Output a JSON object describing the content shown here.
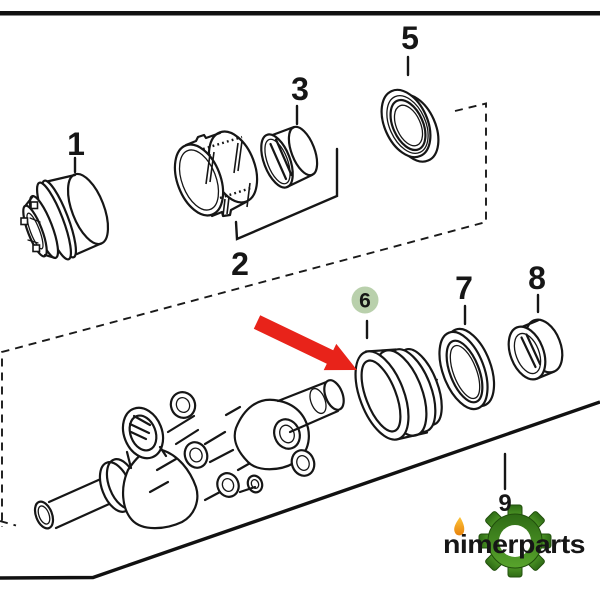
{
  "diagram": {
    "callouts": [
      "1",
      "2",
      "3",
      "5",
      "6",
      "7",
      "8",
      "9"
    ],
    "highlighted_callout": "6"
  },
  "watermark": {
    "brand": "nimerparts"
  },
  "colors": {
    "line": "#161616",
    "arrow_red": "#e8231a",
    "badge_fill": "#b9d0ac",
    "badge_text": "#2c5a22",
    "gear_dark": "#2e6b15",
    "gear_light": "#58a42c",
    "gear_edge": "#214f0c",
    "flame_top": "#fdc53a",
    "flame_bottom": "#e8820c",
    "brand_text": "#1d1d1b"
  }
}
